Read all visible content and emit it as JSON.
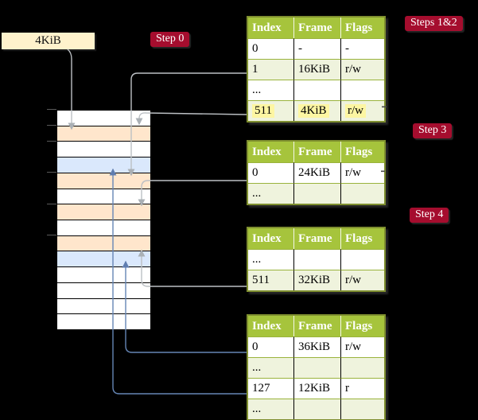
{
  "labels": {
    "page_size": "4KiB",
    "step0": "Step 0",
    "steps12": "Steps 1&2",
    "step3": "Step 3",
    "step4": "Step 4"
  },
  "colors": {
    "background": "#000000",
    "page_size_box": "#fff2cc",
    "badge": "#a50d2e",
    "memory_frame_orange": "#ffe6cc",
    "memory_frame_blue": "#dae8fc",
    "table_header_green": "#a6c43c",
    "table_row_green": "#eff3dd",
    "table_border_olive": "#7f8f2f",
    "highlight_yellow": "#fdf6a2",
    "gray_arrow": "#bcc0c4",
    "blue_arrow": "#6585b5"
  },
  "memory": {
    "rows": [
      "white",
      "peach",
      "white",
      "blue",
      "peach",
      "white",
      "peach",
      "white",
      "peach",
      "blue",
      "white",
      "white",
      "white",
      "white"
    ]
  },
  "tables": [
    {
      "name": "page-table-steps-1-2",
      "headers": [
        "Index",
        "Frame",
        "Flags"
      ],
      "rows": [
        {
          "cells": [
            "0",
            "-",
            "-"
          ],
          "shaded": false,
          "highlighted": false
        },
        {
          "cells": [
            "1",
            "16KiB",
            "r/w"
          ],
          "shaded": true,
          "highlighted": false
        },
        {
          "cells": [
            "...",
            "",
            ""
          ],
          "shaded": false,
          "highlighted": false
        },
        {
          "cells": [
            "511",
            "4KiB",
            "r/w"
          ],
          "shaded": true,
          "highlighted": true
        }
      ]
    },
    {
      "name": "page-table-step-3",
      "headers": [
        "Index",
        "Frame",
        "Flags"
      ],
      "rows": [
        {
          "cells": [
            "0",
            "24KiB",
            "r/w"
          ],
          "shaded": false,
          "highlighted": false
        },
        {
          "cells": [
            "...",
            "",
            ""
          ],
          "shaded": true,
          "highlighted": false
        }
      ]
    },
    {
      "name": "page-table-step-4",
      "headers": [
        "Index",
        "Frame",
        "Flags"
      ],
      "rows": [
        {
          "cells": [
            "...",
            "",
            ""
          ],
          "shaded": false,
          "highlighted": false
        },
        {
          "cells": [
            "511",
            "32KiB",
            "r/w"
          ],
          "shaded": true,
          "highlighted": false
        }
      ]
    },
    {
      "name": "page-table-final",
      "headers": [
        "Index",
        "Frame",
        "Flags"
      ],
      "rows": [
        {
          "cells": [
            "0",
            "36KiB",
            "r/w"
          ],
          "shaded": false,
          "highlighted": false
        },
        {
          "cells": [
            "...",
            "",
            ""
          ],
          "shaded": true,
          "highlighted": false
        },
        {
          "cells": [
            "127",
            "12KiB",
            "r"
          ],
          "shaded": false,
          "highlighted": false
        },
        {
          "cells": [
            "...",
            "",
            ""
          ],
          "shaded": true,
          "highlighted": false
        }
      ]
    }
  ]
}
